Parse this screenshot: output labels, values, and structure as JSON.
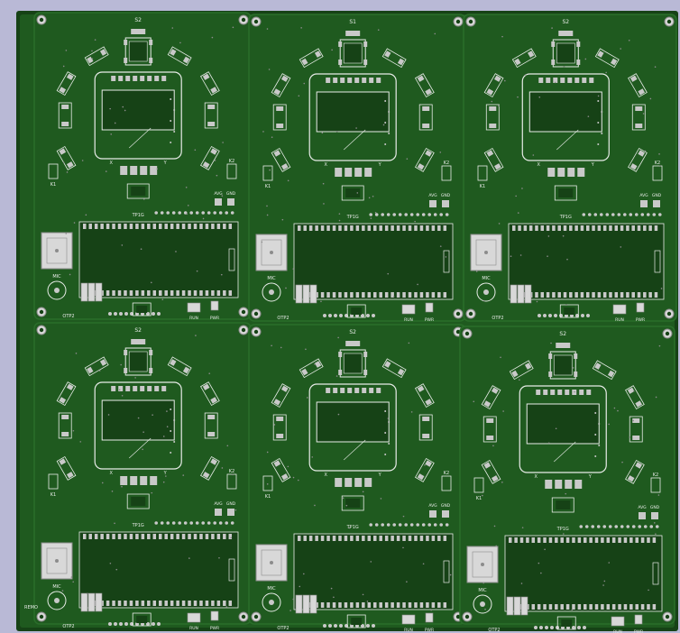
{
  "colors": {
    "background": "#b9b9d6",
    "board": "#1f5a1f",
    "board_dark": "#164216",
    "board_edge": "#2a6e2a",
    "silkscreen": "#e8ece8",
    "pad": "#c9c9c9",
    "pad_dark": "#8c8c8c",
    "mount_hole": "#d8d8d8"
  },
  "viewer": {
    "mode": "3d-pcb-render"
  },
  "panel": {
    "rows": 2,
    "cols": 3,
    "board_labels": {
      "top_switch": "S2",
      "top_switch_alt": "S1",
      "x_left": "X",
      "x_right": "Y",
      "k1": "K1",
      "k2": "K2",
      "tp": "TP1G",
      "avg": "AVG",
      "gnd": "GND",
      "mic": "MIC",
      "otp": "OTP2",
      "run": "RUN",
      "pwr": "PWR"
    },
    "frame_label": "REMO"
  }
}
